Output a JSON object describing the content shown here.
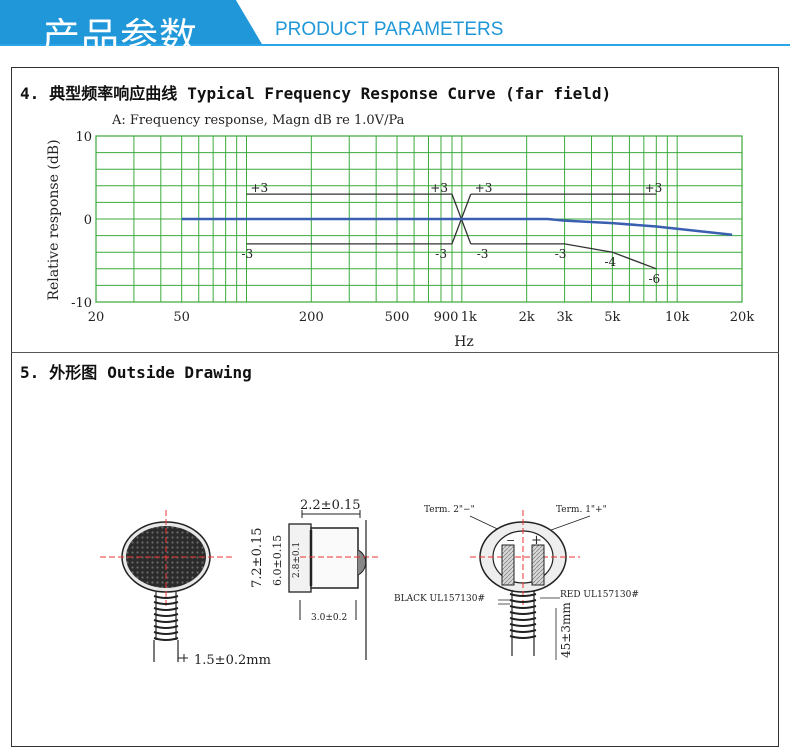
{
  "header": {
    "title": "产品参数",
    "subtitle": "PRODUCT PARAMETERS",
    "colors": {
      "accent": "#1f97d8",
      "rule": "#2aa6e8"
    }
  },
  "section4": {
    "number": "4.",
    "title_cn": "典型频率响应曲线",
    "title_en": "Typical Frequency Response Curve (far field)",
    "chart_caption": "A: Frequency response, Magn dB re 1.0V/Pa",
    "ylabel": "Relative response (dB)",
    "xlabel": "Hz",
    "ytick_labels": [
      "10",
      "0",
      "-10"
    ],
    "xtick_labels": [
      "20",
      "50",
      "200",
      "500",
      "900",
      "1k",
      "2k",
      "3k",
      "5k",
      "10k",
      "20k"
    ],
    "tolerance_labels": [
      "+3",
      "+3",
      "+3",
      "+3",
      "-3",
      "-3",
      "-3",
      "-3",
      "-4",
      "-6"
    ]
  },
  "chart_data": {
    "type": "line",
    "xscale": "log",
    "xlim": [
      20,
      20000
    ],
    "ylim": [
      -10,
      10
    ],
    "grid": true,
    "series": [
      {
        "x": [
          50,
          2500,
          3000,
          5000,
          8000,
          12000,
          18000
        ],
        "y": [
          0,
          0,
          -0.2,
          -0.5,
          -0.9,
          -1.4,
          -1.9
        ]
      }
    ],
    "limit_lines": {
      "upper_low": {
        "x": [
          100,
          900,
          1100
        ],
        "y": [
          3,
          3,
          -3
        ]
      },
      "lower_low": {
        "x": [
          100,
          900,
          1100
        ],
        "y": [
          -3,
          -3,
          3
        ]
      },
      "upper_high": {
        "x": [
          1100,
          8000
        ],
        "y": [
          3,
          3
        ]
      },
      "lower_high": {
        "x": [
          1100,
          3000,
          5000,
          8000
        ],
        "y": [
          -3,
          -3,
          -4,
          -6
        ]
      }
    }
  },
  "section5": {
    "number": "5.",
    "title_cn": "外形图",
    "title_en": "Outside Drawing",
    "dims": {
      "width_top": "2.2±0.15",
      "height_outer": "7.2±0.15",
      "height_inner": "6.0±0.15",
      "height_small": "2.8±0.1",
      "depth": "3.0±0.2",
      "pin": "1.5±0.2mm",
      "lead_length": "45±3mm"
    },
    "labels": {
      "term2": "Term. 2\"−\"",
      "term1": "Term. 1\"+\"",
      "minus": "−",
      "plus": "+",
      "black": "BLACK UL157130#",
      "red": "RED UL157130#"
    }
  }
}
